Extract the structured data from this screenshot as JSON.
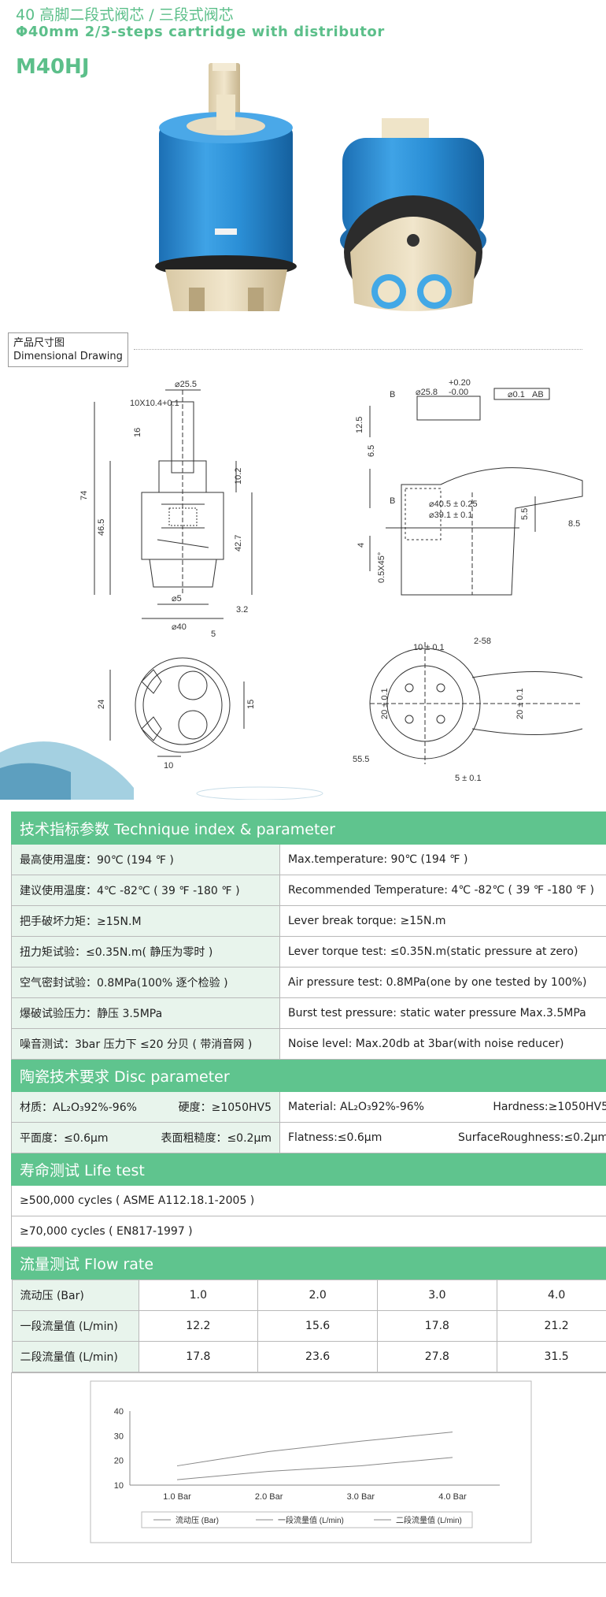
{
  "header": {
    "title_cn": "40 高脚二段式阀芯 / 三段式阀芯",
    "title_en": "Φ40mm  2/3-steps  cartridge  with  distributor",
    "model": "M40HJ"
  },
  "drawing_label": {
    "cn": "产品尺寸图",
    "en": "Dimensional Drawing"
  },
  "drawing_dims": {
    "top_dia": "⌀25.5",
    "stem": "10X10.4+0.1",
    "d16": "16",
    "d74": "74",
    "d46": "46.5",
    "d10_2": "10.2",
    "d42_7": "42.7",
    "d5": "⌀5",
    "d3_2": "3.2",
    "d40": "⌀40",
    "r_tol_up": "+0.20",
    "r_tol_dn": "-0.00",
    "r_d258": "⌀25.8",
    "r_flat": "⌀0.1",
    "r_ab": "AB",
    "r_b": "B",
    "r_125": "12.5",
    "r_65": "6.5",
    "r_405": "⌀40.5 ± 0.25",
    "r_391": "⌀39.1 ± 0.1",
    "r_55": "5.5",
    "r_85": "8.5",
    "r_4": "4",
    "r_chamf": "0.5X45°",
    "b_5": "5",
    "b_24": "24",
    "b_15": "15",
    "b_10": "10",
    "p_10": "10 ± 0.1",
    "p_258": "2-58",
    "p_20a": "20 ± 0.1",
    "p_20b": "20 ± 0.1",
    "p_555": "55.5",
    "p_5": "5 ± 0.1"
  },
  "technique": {
    "title": "技术指标参数  Technique index & parameter",
    "rows": [
      {
        "cn": "最高使用温度：90℃ (194 ℉ )",
        "en": "Max.temperature: 90℃ (194 ℉ )"
      },
      {
        "cn": "建议使用温度：4℃ -82℃ ( 39 ℉ -180 ℉ )",
        "en": "Recommended Temperature: 4℃ -82℃ ( 39 ℉ -180 ℉ )"
      },
      {
        "cn": "把手破坏力矩：≥15N.M",
        "en": "Lever break torque: ≥15N.m"
      },
      {
        "cn": "扭力矩试验：≤0.35N.m( 静压为零时 )",
        "en": "Lever torque test: ≤0.35N.m(static pressure at zero)"
      },
      {
        "cn": "空气密封试验：0.8MPa(100% 逐个检验 )",
        "en": "Air pressure test: 0.8MPa(one by one tested by 100%)"
      },
      {
        "cn": "爆破试验压力：静压 3.5MPa",
        "en": "Burst test pressure: static water pressure Max.3.5MPa"
      },
      {
        "cn": "噪音测试：3bar 压力下 ≤20 分贝 ( 带消音网 )",
        "en": "Noise level: Max.20db at 3bar(with noise reducer)"
      }
    ]
  },
  "disc": {
    "title": "陶瓷技术要求  Disc parameter",
    "rows": [
      {
        "cn1": "材质：AL₂O₃92%-96%",
        "cn2": "硬度：≥1050HV5",
        "en1": "Material: AL₂O₃92%-96%",
        "en2": "Hardness:≥1050HV5"
      },
      {
        "cn1": "平面度：≤0.6μm",
        "cn2": "表面粗糙度：≤0.2μm",
        "en1": "Flatness:≤0.6μm",
        "en2": "SurfaceRoughness:≤0.2μm"
      }
    ]
  },
  "life": {
    "title": "寿命测试  Life test",
    "rows": [
      "≥500,000 cycles ( ASME A112.18.1-2005 )",
      "≥70,000 cycles ( EN817-1997 )"
    ]
  },
  "flow": {
    "title": "流量测试  Flow rate",
    "rows": [
      {
        "label": "流动压 (Bar)",
        "values": [
          "1.0",
          "2.0",
          "3.0",
          "4.0"
        ]
      },
      {
        "label": "一段流量值 (L/min)",
        "values": [
          "12.2",
          "15.6",
          "17.8",
          "21.2"
        ]
      },
      {
        "label": "二段流量值 (L/min)",
        "values": [
          "17.8",
          "23.6",
          "27.8",
          "31.5"
        ]
      }
    ]
  },
  "chart_data": {
    "type": "line",
    "categories": [
      "1.0 Bar",
      "2.0 Bar",
      "3.0 Bar",
      "4.0 Bar"
    ],
    "series": [
      {
        "name": "一段流量值 (L/min)",
        "values": [
          12.2,
          15.6,
          17.8,
          21.2
        ]
      },
      {
        "name": "二段流量值 (L/min)",
        "values": [
          17.8,
          23.6,
          27.8,
          31.5
        ]
      }
    ],
    "legend_extra": "流动压 (Bar)",
    "yticks": [
      "10",
      "20",
      "30",
      "40"
    ],
    "ylim": [
      10,
      40
    ],
    "legend_position": "bottom",
    "line_color": "#888888"
  }
}
